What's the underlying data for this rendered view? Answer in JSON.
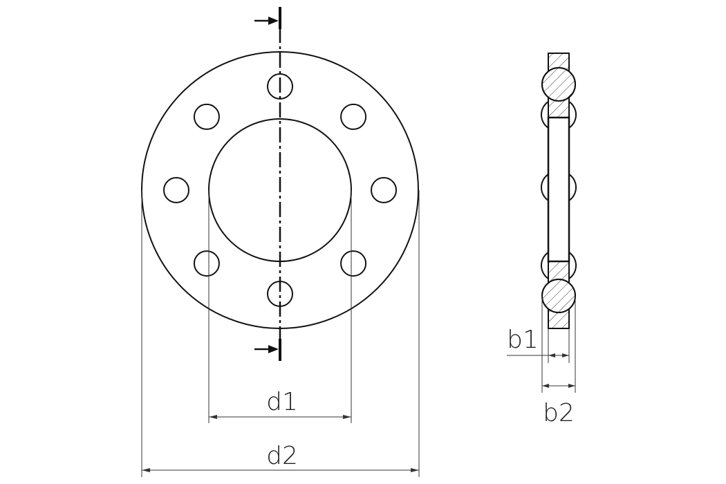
{
  "labels": {
    "d1": "d1",
    "d2": "d2",
    "b1": "b1",
    "b2": "b2"
  },
  "colors": {
    "line": "#111111",
    "background": "#ffffff"
  },
  "holes": 8
}
